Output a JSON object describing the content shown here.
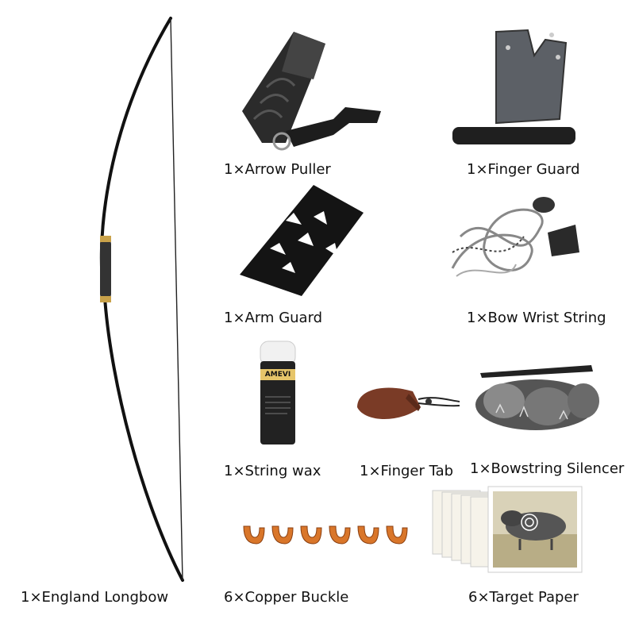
{
  "items": {
    "longbow": "1×England Longbow",
    "arrow_puller": "1×Arrow Puller",
    "finger_guard": "1×Finger Guard",
    "arm_guard": "1×Arm Guard",
    "bow_wrist_string": "1×Bow Wrist String",
    "string_wax": "1×String wax",
    "finger_tab": "1×Finger Tab",
    "bowstring_silencer": "1×Bowstring Silencer",
    "copper_buckle": "6×Copper Buckle",
    "target_paper": "6×Target Paper"
  },
  "wax_bottle_label": "AMEVI",
  "colors": {
    "bow": "#111111",
    "grip_gold": "#c9a24a",
    "copper": "#d9762a",
    "finger_tab_leather": "#7a3b26",
    "silencer_fur": "#666666"
  }
}
